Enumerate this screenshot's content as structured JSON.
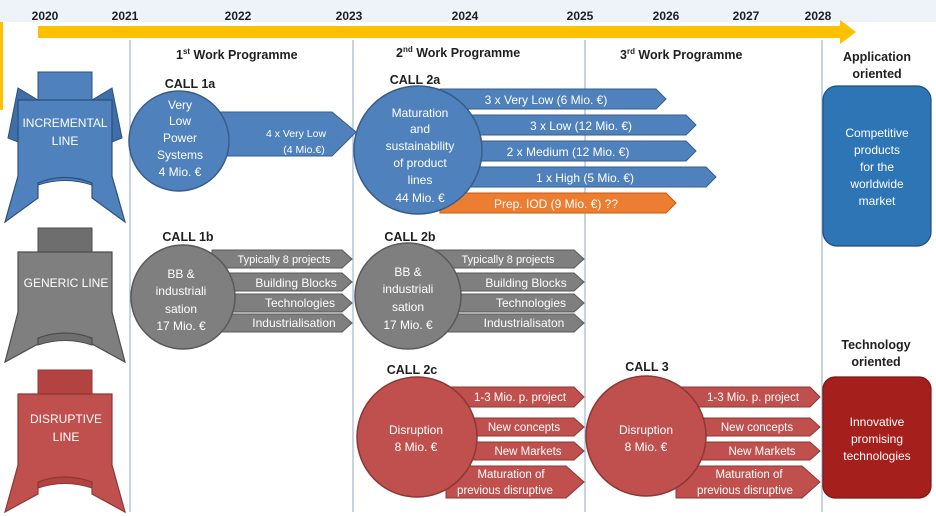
{
  "timeline": {
    "years": [
      "2020",
      "2021",
      "2022",
      "2023",
      "2024",
      "2025",
      "2026",
      "2027",
      "2028"
    ]
  },
  "programmes": {
    "p1": {
      "num": "1",
      "sup": "st",
      "rest": " Work Programme"
    },
    "p2": {
      "num": "2",
      "sup": "nd",
      "rest": " Work Programme"
    },
    "p3": {
      "num": "3",
      "sup": "rd",
      "rest": " Work Programme"
    }
  },
  "lines": {
    "incremental": [
      "INCREMENTAL",
      "LINE"
    ],
    "generic": [
      "GENERIC LINE"
    ],
    "disruptive": [
      "DISRUPTIVE",
      "LINE"
    ]
  },
  "calls": {
    "c1a": {
      "label": "CALL 1a",
      "circle": [
        "Very",
        "Low",
        "Power",
        "Systems",
        "4 Mio. €"
      ],
      "arrow": [
        "4 x Very Low",
        "(4 Mio.€)"
      ]
    },
    "c2a": {
      "label": "CALL 2a",
      "circle": [
        "Maturation",
        "and",
        "sustainability",
        "of product",
        "lines",
        "44 Mio. €"
      ],
      "arrows": [
        "3 x  Very Low (6 Mio. €)",
        "3 x Low (12 Mio. €)",
        "2 x Medium (12 Mio. €)",
        "1 x High (5 Mio. €)",
        "Prep. IOD (9 Mio. €) ??"
      ]
    },
    "c1b": {
      "label": "CALL 1b",
      "circle": [
        "BB &",
        "industriali",
        "sation",
        "17 Mio. €"
      ],
      "arrows": [
        "Typically  8 projects",
        "Building Blocks",
        "Technologies",
        "Industrialisation"
      ]
    },
    "c2b": {
      "label": "CALL 2b",
      "circle": [
        "BB &",
        "industriali",
        "sation",
        "17 Mio. €"
      ],
      "arrows": [
        "Typically 8 projects",
        "Building Blocks",
        "Technologies",
        "Industrialisaton"
      ]
    },
    "c2c": {
      "label": "CALL 2c",
      "circle": [
        "Disruption",
        "8 Mio. €"
      ],
      "arrows": [
        "1-3 Mio. p. project",
        "New concepts",
        "New Markets"
      ],
      "last": [
        "Maturation of",
        "previous disruptive"
      ]
    },
    "c3": {
      "label": "CALL 3",
      "circle": [
        "Disruption",
        "8 Mio. €"
      ],
      "arrows": [
        "1-3 Mio. p. project",
        "New concepts",
        "New Markets"
      ],
      "last": [
        "Maturation of",
        "previous disruptive"
      ]
    }
  },
  "outcomes": {
    "application": {
      "heading": [
        "Application",
        "oriented"
      ],
      "box": [
        "Competitive",
        "products",
        "for the",
        "worldwide",
        "market"
      ]
    },
    "technology": {
      "heading": [
        "Technology",
        "oriented"
      ],
      "box": [
        "Innovative",
        "promising",
        "technologies"
      ]
    }
  },
  "colors": {
    "timeline": "#ffc000",
    "blue": "#4f81bd",
    "blue_border": "#385d8a",
    "grey": "#7f7f7f",
    "grey_border": "#595959",
    "red": "#c0504d",
    "red_border": "#8c3836",
    "orange": "#f79646",
    "dark_blue_box": "#2e75b6",
    "dark_red_box": "#a5201d"
  }
}
